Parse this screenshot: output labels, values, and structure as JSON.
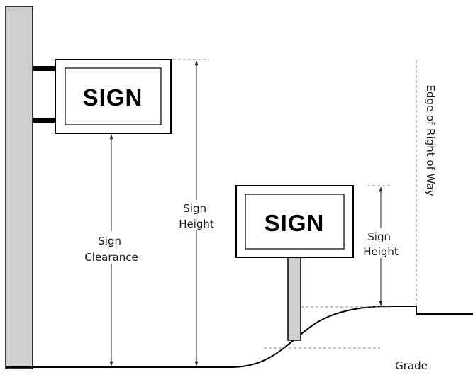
{
  "signs": {
    "projecting": {
      "text": "SIGN"
    },
    "freestanding": {
      "text": "SIGN"
    }
  },
  "labels": {
    "sign_clearance": [
      "Sign",
      "Clearance"
    ],
    "sign_height_left": [
      "Sign",
      "Height"
    ],
    "sign_height_right": [
      "Sign",
      "Height"
    ],
    "edge_of_right_of_way": "Edge of Right of Way",
    "grade": "Grade"
  }
}
